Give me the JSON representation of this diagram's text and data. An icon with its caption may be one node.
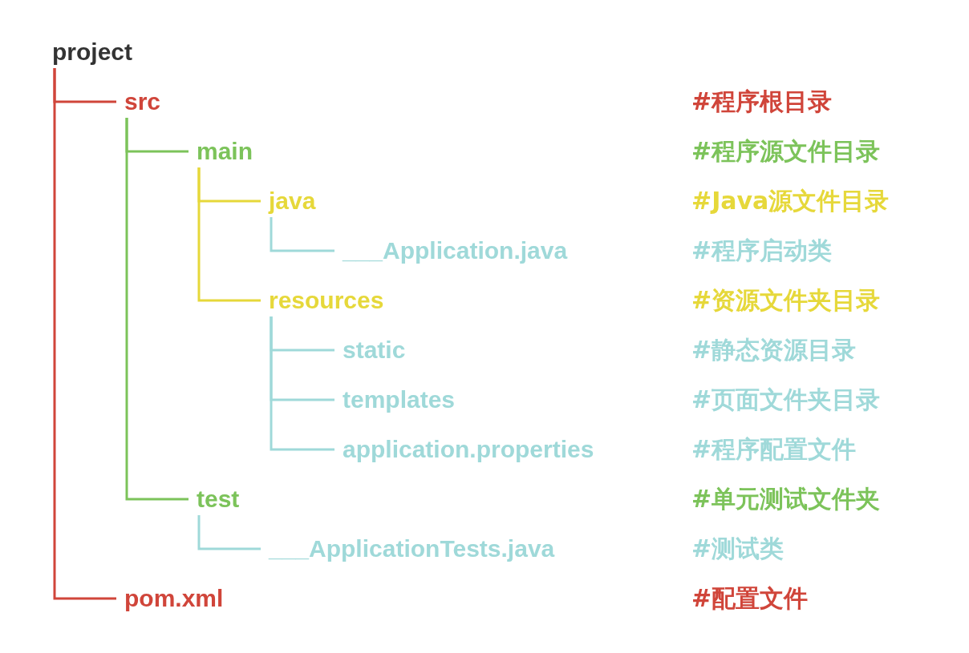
{
  "diagram": {
    "nodes": [
      {
        "text": [
          "project"
        ]
      },
      {
        "text": [
          "src"
        ]
      },
      {
        "text": [
          "main"
        ]
      },
      {
        "text": [
          "java"
        ]
      },
      {
        "text": [
          "___Application.java"
        ]
      },
      {
        "text": [
          "resources"
        ]
      },
      {
        "text": [
          "static"
        ]
      },
      {
        "text": [
          "templates"
        ]
      },
      {
        "text": [
          "application.properties"
        ]
      },
      {
        "text": [
          "test"
        ]
      },
      {
        "text": [
          "___ApplicationTests.java"
        ]
      },
      {
        "text": [
          "pom.xml"
        ]
      }
    ],
    "edges": [
      {
        "from": 0,
        "to": 1,
        "arrow": "none",
        "color": "#d0453a"
      },
      {
        "from": 1,
        "to": 2,
        "arrow": "none",
        "color": "#7cc35a"
      },
      {
        "from": 2,
        "to": 3,
        "arrow": "none",
        "color": "#e6d83a"
      },
      {
        "from": 3,
        "to": 4,
        "arrow": "none"
      },
      {
        "from": 2,
        "to": 5,
        "arrow": "none",
        "color": "#e6d83a"
      },
      {
        "from": 5,
        "to": 6,
        "arrow": "none"
      },
      {
        "from": 5,
        "to": 7,
        "arrow": "none"
      },
      {
        "from": 5,
        "to": 8,
        "arrow": "none"
      },
      {
        "from": 1,
        "to": 9,
        "arrow": "none",
        "color": "#7cc35a"
      },
      {
        "from": 9,
        "to": 10,
        "arrow": "none"
      },
      {
        "from": 0,
        "to": 11,
        "arrow": "none",
        "color": "#d0453a"
      }
    ],
    "labels": [
      "#程序根目录",
      "#程序源文件目录",
      "#Java源文件目录",
      "#程序启动类",
      "#资源文件夹目录",
      "#静态资源目录",
      "#页面文件夹目录",
      "#程序配置文件",
      "#单元测试文件夹",
      "#测试类",
      "#配置文件"
    ]
  }
}
